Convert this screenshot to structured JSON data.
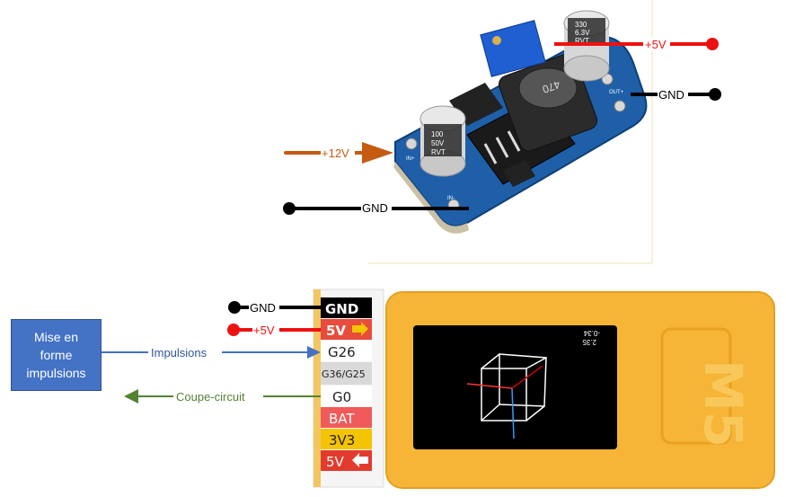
{
  "regulator": {
    "output_voltage_label": "+5V",
    "output_gnd_label": "GND",
    "input_voltage_label": "+12V",
    "input_gnd_label": "GND",
    "inductor_marking": "470",
    "cap_left_marking_1": "100",
    "cap_left_marking_2": "50V",
    "cap_left_marking_3": "RVT",
    "cap_right_marking_1": "330",
    "cap_right_marking_2": "6.3V",
    "cap_right_marking_3": "RVT",
    "in_plus": "IN+",
    "in_minus": "IN-",
    "out_plus": "OUT+"
  },
  "m5": {
    "gnd_label": "GND",
    "plus5v_label": "+5V",
    "pins": [
      "GND",
      "5V",
      "G26",
      "G36/G25",
      "G0",
      "BAT",
      "3V3",
      "5V"
    ],
    "pin_colors": [
      "#000000",
      "#e74c3c",
      "#ffffff",
      "#d9d9d9",
      "#ffffff",
      "#f05a5a",
      "#f5c400",
      "#e23b2e"
    ],
    "screen_readout_1": "-0.34",
    "screen_readout_2": "2.35",
    "logo": "M5"
  },
  "pulse_box": {
    "line1": "Mise en",
    "line2": "forme",
    "line3": "impulsions"
  },
  "arrows": {
    "impulsions_label": "Impulsions",
    "coupe_label": "Coupe-circuit"
  },
  "colors": {
    "red": "#ee1111",
    "black": "#000000",
    "orange": "#c55a11",
    "blue": "#4472c4",
    "green": "#548235",
    "m5_orange": "#f6b537"
  }
}
